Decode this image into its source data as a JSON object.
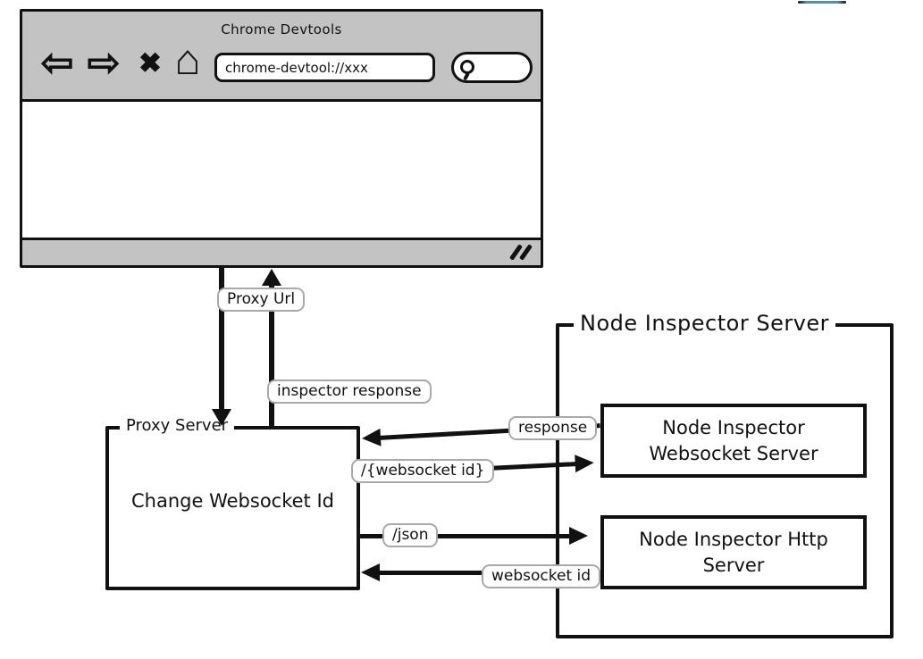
{
  "colors": {
    "chrome_gray": "#c3c3c3",
    "ink": "#111111",
    "pill_border": "#a9a9a9",
    "artifact_blue": "#3f94cd"
  },
  "browser_window": {
    "title": "Chrome Devtools",
    "toolbar": {
      "back_icon": "⇦",
      "forward_icon": "⇨",
      "close_icon": "✖",
      "home_icon": "⌂",
      "address_value": "chrome-devtool://xxx"
    }
  },
  "flow_labels": {
    "proxy_url": "Proxy Url",
    "inspector_response": "inspector response",
    "response": "response",
    "websocket_path": "/{websocket id}",
    "json_path": "/json",
    "websocket_id": "websocket id"
  },
  "proxy_server": {
    "legend": "Proxy Server",
    "content": "Change Websocket Id"
  },
  "node_inspector_server": {
    "legend": "Node Inspector Server",
    "websocket_server": "Node Inspector Websocket Server",
    "http_server": "Node Inspector Http Server"
  }
}
